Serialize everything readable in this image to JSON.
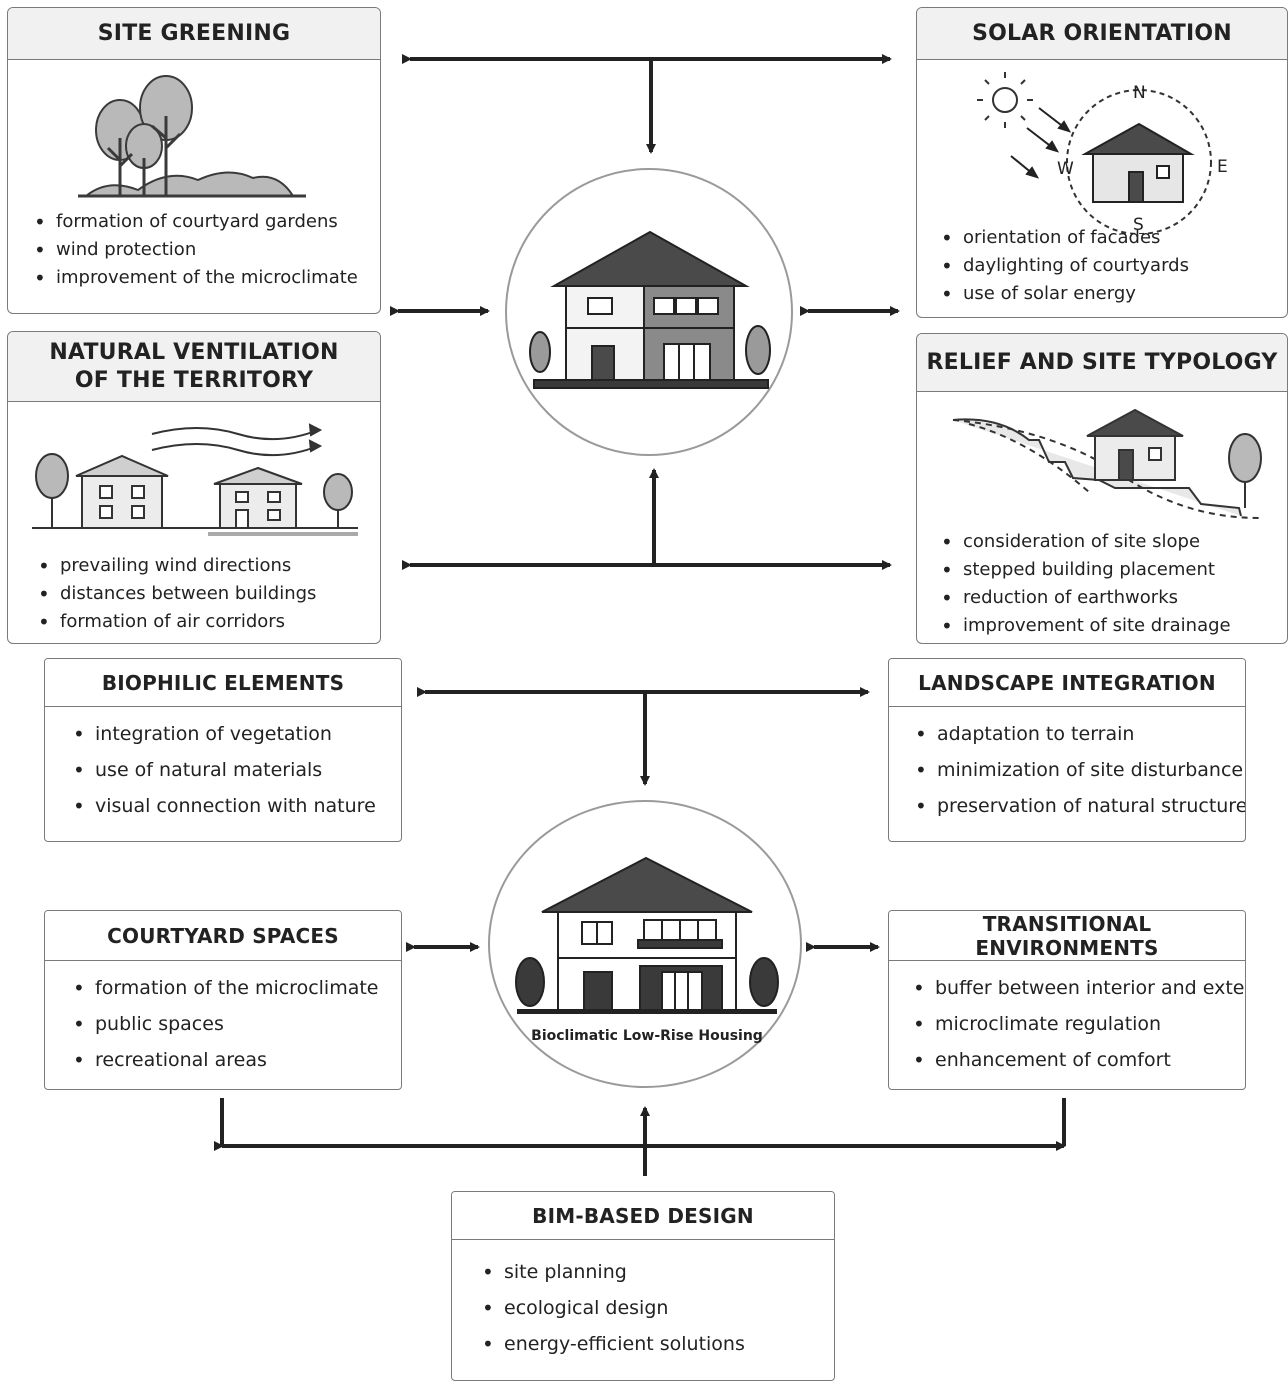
{
  "site_greening": {
    "title": "SITE GREENING",
    "items": [
      "formation of courtyard gardens",
      "wind protection",
      "improvement of the microclimate"
    ]
  },
  "solar_orientation": {
    "title": "SOLAR ORIENTATION",
    "compass": {
      "n": "N",
      "w": "W",
      "e": "E",
      "s": "S"
    },
    "items": [
      "orientation of facades",
      "daylighting of courtyards",
      "use of solar energy"
    ]
  },
  "natural_ventilation": {
    "title_line1": "NATURAL VENTILATION",
    "title_line2": "OF THE TERRITORY",
    "items": [
      "prevailing wind directions",
      "distances between buildings",
      "formation of air corridors"
    ]
  },
  "relief": {
    "title": "RELIEF AND SITE TYPOLOGY",
    "items": [
      "consideration of site slope",
      "stepped building placement",
      "reduction of earthworks",
      "improvement of site drainage"
    ]
  },
  "biophilic": {
    "title": "BIOPHILIC ELEMENTS",
    "items": [
      "integration of vegetation",
      "use of natural materials",
      "visual connection with nature"
    ]
  },
  "landscape": {
    "title": "LANDSCAPE INTEGRATION",
    "items": [
      "adaptation to terrain",
      "minimization of site disturbance",
      "preservation of natural structure"
    ]
  },
  "courtyard": {
    "title": "COURTYARD SPACES",
    "items": [
      "formation of the microclimate",
      "public spaces",
      "recreational areas"
    ]
  },
  "transitional": {
    "title": "TRANSITIONAL ENVIRONMENTS",
    "items": [
      "buffer between interior and exterior",
      "microclimate regulation",
      "enhancement of comfort"
    ]
  },
  "center_bottom": {
    "caption": "Bioclimatic Low-Rise Housing"
  },
  "bim": {
    "title": "BIM-BASED DESIGN",
    "items": [
      "site planning",
      "ecological design",
      "energy-efficient solutions"
    ]
  }
}
